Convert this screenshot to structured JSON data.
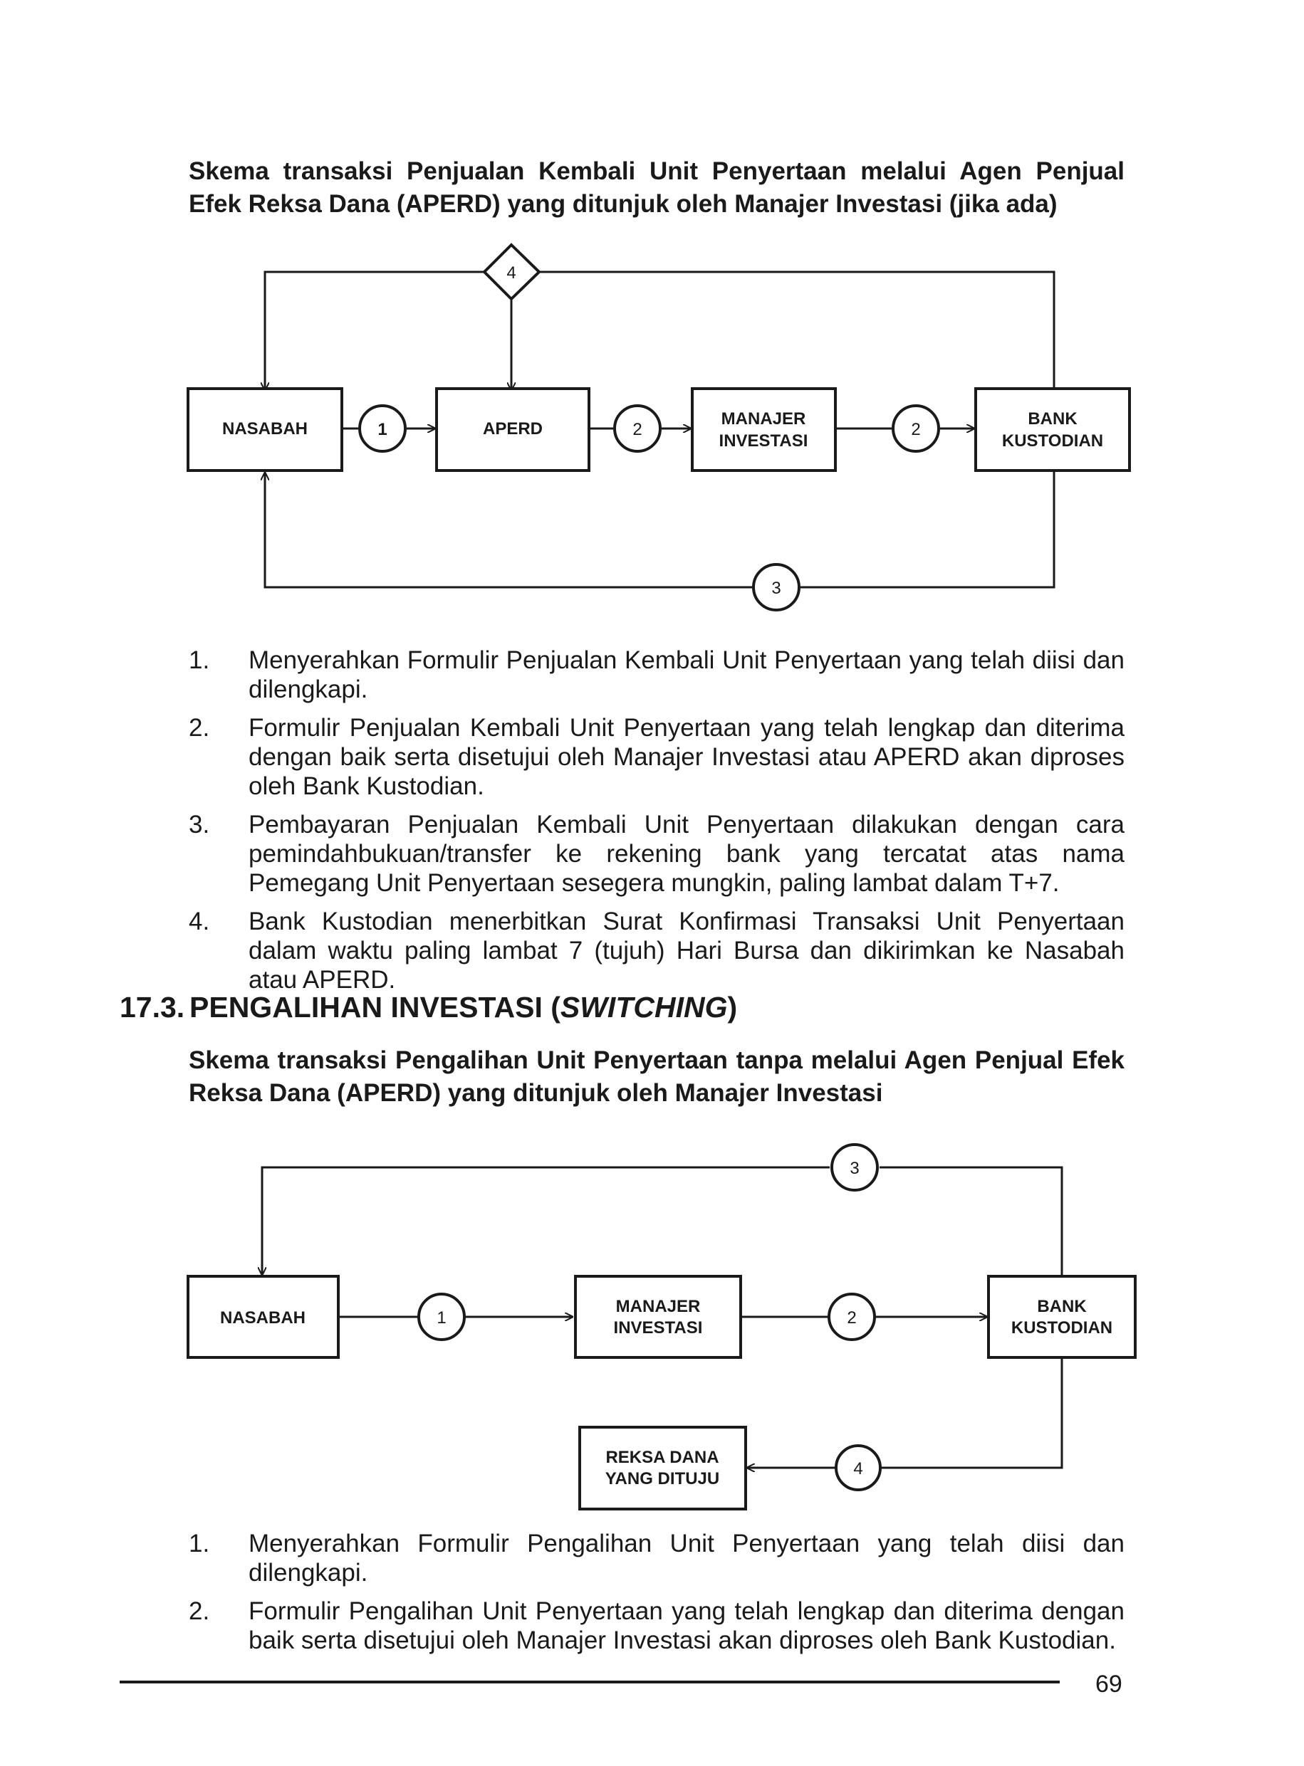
{
  "section1": {
    "heading": "Skema transaksi Penjualan Kembali Unit Penyertaan melalui Agen Penjual Efek Reksa Dana (APERD) yang ditunjuk oleh Manajer Investasi (jika ada)",
    "diagram": {
      "nodes": {
        "nasabah": "NASABAH",
        "aperd": "APERD",
        "manajer_line1": "MANAJER",
        "manajer_line2": "INVESTASI",
        "bank_line1": "BANK",
        "bank_line2": "KUSTODIAN"
      },
      "steps": {
        "s1": "1",
        "s2a": "2",
        "s2b": "2",
        "s3": "3",
        "s4": "4"
      }
    },
    "list": [
      {
        "num": "1.",
        "text": "Menyerahkan Formulir Penjualan Kembali Unit Penyertaan yang telah diisi dan dilengkapi."
      },
      {
        "num": "2.",
        "text": "Formulir Penjualan Kembali Unit Penyertaan yang telah lengkap dan diterima dengan baik serta disetujui oleh Manajer Investasi atau APERD akan diproses oleh Bank Kustodian."
      },
      {
        "num": "3.",
        "text": "Pembayaran Penjualan Kembali Unit Penyertaan dilakukan dengan cara pemindahbukuan/transfer ke rekening bank yang tercatat atas nama Pemegang Unit Penyertaan sesegera mungkin, paling lambat dalam T+7."
      },
      {
        "num": "4.",
        "text": "Bank Kustodian menerbitkan Surat Konfirmasi Transaksi Unit Penyertaan dalam waktu paling lambat 7 (tujuh) Hari Bursa dan dikirimkan ke Nasabah atau APERD."
      }
    ]
  },
  "section2": {
    "title_number": "17.3.",
    "title_text": "PENGALIHAN INVESTASI (",
    "title_italic": "SWITCHING",
    "title_close": ")",
    "heading": "Skema transaksi Pengalihan Unit Penyertaan tanpa melalui Agen Penjual Efek Reksa Dana (APERD) yang ditunjuk oleh Manajer Investasi",
    "diagram": {
      "nodes": {
        "nasabah": "NASABAH",
        "manajer_line1": "MANAJER",
        "manajer_line2": "INVESTASI",
        "bank_line1": "BANK",
        "bank_line2": "KUSTODIAN",
        "reksa_line1": "REKSA DANA",
        "reksa_line2": "YANG DITUJU"
      },
      "steps": {
        "s1": "1",
        "s2": "2",
        "s3": "3",
        "s4": "4"
      }
    },
    "list": [
      {
        "num": "1.",
        "text": "Menyerahkan Formulir Pengalihan Unit Penyertaan yang telah diisi dan dilengkapi."
      },
      {
        "num": "2.",
        "text": "Formulir Pengalihan Unit Penyertaan yang telah lengkap dan diterima dengan baik serta disetujui oleh Manajer Investasi akan diproses oleh Bank Kustodian."
      }
    ]
  },
  "footer": {
    "page_number": "69"
  }
}
